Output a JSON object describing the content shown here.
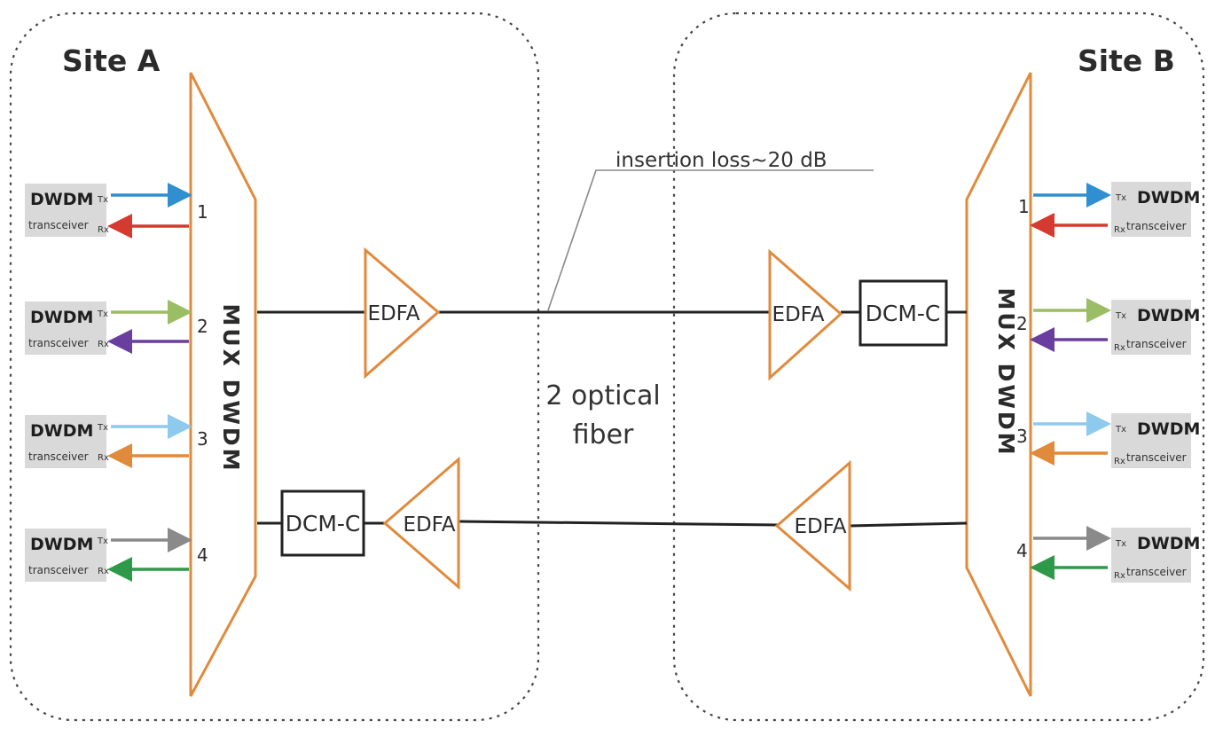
{
  "sites": {
    "a": {
      "title": "Site A"
    },
    "b": {
      "title": "Site B"
    }
  },
  "mux": {
    "label": "MUX DWDM",
    "color": "#e08a3c"
  },
  "amplifiers": {
    "label": "EDFA"
  },
  "dcm": {
    "label": "DCM-C"
  },
  "link": {
    "fiber_label_line1": "2 optical",
    "fiber_label_line2": "fiber",
    "insertion_loss": "insertion loss~20 dB"
  },
  "transceivers": {
    "title": "DWDM",
    "subtitle": "transceiver",
    "tx": "Tx",
    "rx": "Rx",
    "ports": [
      "1",
      "2",
      "3",
      "4"
    ],
    "tx_colors": [
      "#2f8fd0",
      "#9bbd63",
      "#8ec9ee",
      "#8a8a8a"
    ],
    "rx_colors": [
      "#d43a2f",
      "#6a3e9e",
      "#e08a3c",
      "#2e9a49"
    ]
  }
}
